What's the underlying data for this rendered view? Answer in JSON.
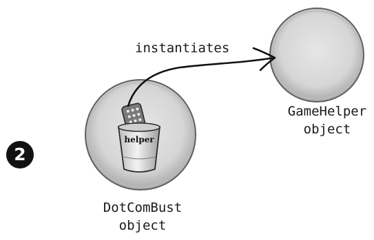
{
  "step_number": "2",
  "arrow_label": "instantiates",
  "objects": {
    "game_helper": {
      "name": "GameHelper",
      "kind": "object"
    },
    "dotcombust": {
      "name": "DotComBust",
      "kind": "object",
      "reference_label": "helper"
    }
  }
}
